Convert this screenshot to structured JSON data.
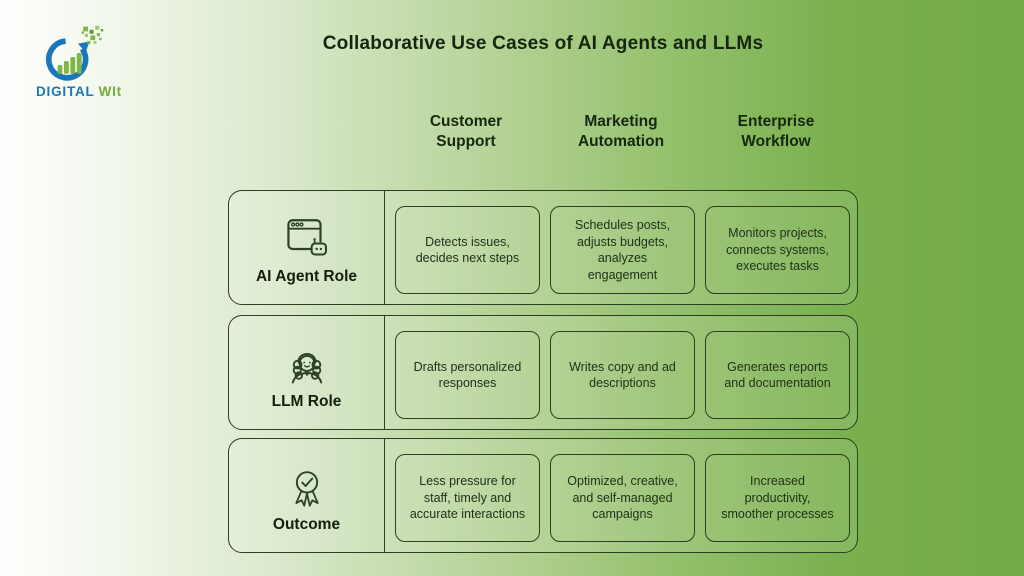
{
  "page": {
    "title": "Collaborative Use Cases of AI Agents and LLMs"
  },
  "logo": {
    "word_primary": "DIGITAL",
    "word_secondary": "WIt",
    "blue": "#1b76bc",
    "green": "#6fae3d"
  },
  "columns": [
    "Customer Support",
    "Marketing Automation",
    "Enterprise Workflow"
  ],
  "rows": [
    {
      "label": "AI Agent Role",
      "icon": "browser-robot-icon",
      "cells": [
        "Detects issues, decides next steps",
        "Schedules posts, adjusts budgets, analyzes engagement",
        "Monitors projects, connects systems, executes tasks"
      ]
    },
    {
      "label": "LLM Role",
      "icon": "persona-icon",
      "cells": [
        "Drafts personalized responses",
        "Writes copy and ad descriptions",
        "Generates reports and documentation"
      ]
    },
    {
      "label": "Outcome",
      "icon": "award-ribbon-icon",
      "cells": [
        "Less pressure for staff, timely and accurate interactions",
        "Optimized, creative, and self-managed campaigns",
        "Increased productivity, smoother processes"
      ]
    }
  ],
  "colors": {
    "background_left": "#fefffd",
    "background_right": "#72aa46",
    "line": "#2c3e24",
    "text": "#1b2c12"
  }
}
